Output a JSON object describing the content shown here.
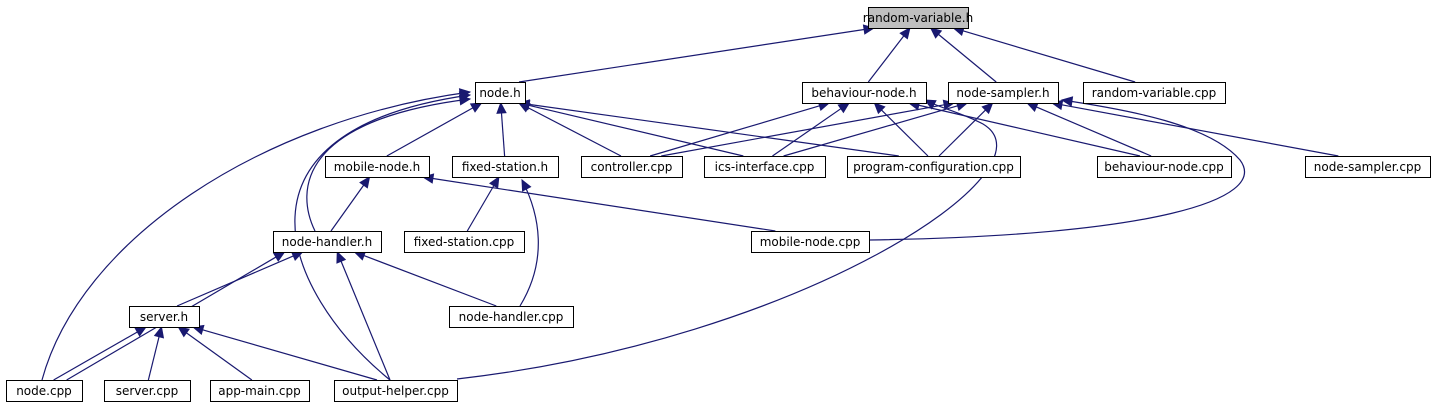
{
  "graph": {
    "nodes": [
      {
        "id": "random_variable_h",
        "label": "random-variable.h",
        "root": true
      },
      {
        "id": "node_h",
        "label": "node.h"
      },
      {
        "id": "behaviour_node_h",
        "label": "behaviour-node.h"
      },
      {
        "id": "node_sampler_h",
        "label": "node-sampler.h"
      },
      {
        "id": "random_variable_cpp",
        "label": "random-variable.cpp"
      },
      {
        "id": "mobile_node_h",
        "label": "mobile-node.h"
      },
      {
        "id": "fixed_station_h",
        "label": "fixed-station.h"
      },
      {
        "id": "controller_cpp",
        "label": "controller.cpp"
      },
      {
        "id": "ics_interface_cpp",
        "label": "ics-interface.cpp"
      },
      {
        "id": "program_configuration_cpp",
        "label": "program-configuration.cpp"
      },
      {
        "id": "behaviour_node_cpp",
        "label": "behaviour-node.cpp"
      },
      {
        "id": "node_sampler_cpp",
        "label": "node-sampler.cpp"
      },
      {
        "id": "node_handler_h",
        "label": "node-handler.h"
      },
      {
        "id": "fixed_station_cpp",
        "label": "fixed-station.cpp"
      },
      {
        "id": "mobile_node_cpp",
        "label": "mobile-node.cpp"
      },
      {
        "id": "server_h",
        "label": "server.h"
      },
      {
        "id": "node_handler_cpp",
        "label": "node-handler.cpp"
      },
      {
        "id": "node_cpp",
        "label": "node.cpp"
      },
      {
        "id": "server_cpp",
        "label": "server.cpp"
      },
      {
        "id": "app_main_cpp",
        "label": "app-main.cpp"
      },
      {
        "id": "output_helper_cpp",
        "label": "output-helper.cpp"
      }
    ],
    "edges": [
      {
        "from": "node_h",
        "to": "random_variable_h"
      },
      {
        "from": "behaviour_node_h",
        "to": "random_variable_h"
      },
      {
        "from": "node_sampler_h",
        "to": "random_variable_h"
      },
      {
        "from": "random_variable_cpp",
        "to": "random_variable_h"
      },
      {
        "from": "mobile_node_h",
        "to": "node_h"
      },
      {
        "from": "fixed_station_h",
        "to": "node_h"
      },
      {
        "from": "controller_cpp",
        "to": "node_h"
      },
      {
        "from": "ics_interface_cpp",
        "to": "node_h"
      },
      {
        "from": "program_configuration_cpp",
        "to": "node_h"
      },
      {
        "from": "node_handler_h",
        "to": "node_h"
      },
      {
        "from": "node_cpp",
        "to": "node_h"
      },
      {
        "from": "output_helper_cpp",
        "to": "node_h"
      },
      {
        "from": "controller_cpp",
        "to": "behaviour_node_h"
      },
      {
        "from": "ics_interface_cpp",
        "to": "behaviour_node_h"
      },
      {
        "from": "program_configuration_cpp",
        "to": "behaviour_node_h"
      },
      {
        "from": "behaviour_node_cpp",
        "to": "behaviour_node_h"
      },
      {
        "from": "output_helper_cpp",
        "to": "behaviour_node_h"
      },
      {
        "from": "controller_cpp",
        "to": "node_sampler_h"
      },
      {
        "from": "ics_interface_cpp",
        "to": "node_sampler_h"
      },
      {
        "from": "program_configuration_cpp",
        "to": "node_sampler_h"
      },
      {
        "from": "behaviour_node_cpp",
        "to": "node_sampler_h"
      },
      {
        "from": "node_sampler_cpp",
        "to": "node_sampler_h"
      },
      {
        "from": "mobile_node_cpp",
        "to": "node_sampler_h"
      },
      {
        "from": "node_handler_h",
        "to": "mobile_node_h"
      },
      {
        "from": "mobile_node_cpp",
        "to": "mobile_node_h"
      },
      {
        "from": "fixed_station_cpp",
        "to": "fixed_station_h"
      },
      {
        "from": "node_handler_cpp",
        "to": "fixed_station_h"
      },
      {
        "from": "server_h",
        "to": "node_handler_h"
      },
      {
        "from": "node_handler_cpp",
        "to": "node_handler_h"
      },
      {
        "from": "node_cpp",
        "to": "node_handler_h"
      },
      {
        "from": "output_helper_cpp",
        "to": "node_handler_h"
      },
      {
        "from": "node_cpp",
        "to": "server_h"
      },
      {
        "from": "server_cpp",
        "to": "server_h"
      },
      {
        "from": "app_main_cpp",
        "to": "server_h"
      },
      {
        "from": "output_helper_cpp",
        "to": "server_h"
      }
    ]
  },
  "colors": {
    "edge": "#191970",
    "root_fill": "#bfbfbf",
    "node_fill": "#ffffff",
    "node_stroke": "#000000"
  }
}
